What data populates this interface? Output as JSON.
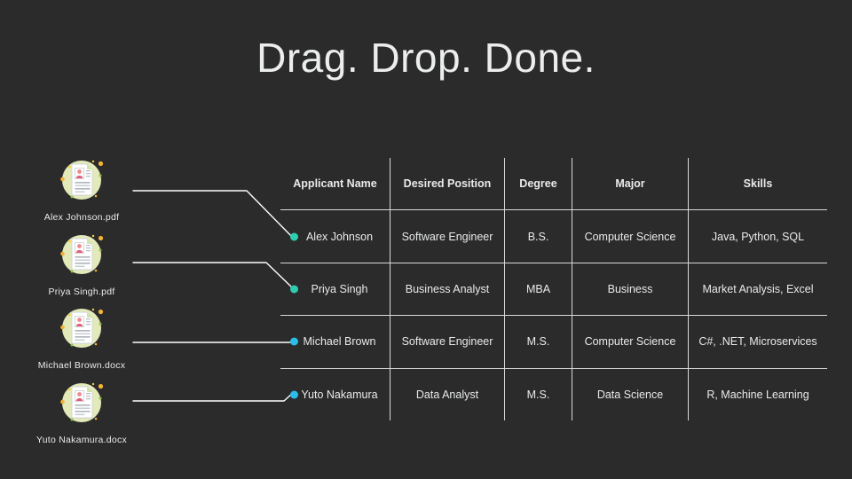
{
  "slide": {
    "title": "Drag. Drop. Done.",
    "background_color": "#2b2b2b",
    "text_color": "#e9eaea",
    "border_color": "#d8d9d9",
    "connector_color": "#ffffff"
  },
  "files": [
    {
      "label": "Alex  Johnson.pdf",
      "icon": "resume-document-icon"
    },
    {
      "label": "Priya Singh.pdf",
      "icon": "resume-document-icon"
    },
    {
      "label": "Michael Brown.docx",
      "icon": "resume-document-icon"
    },
    {
      "label": "Yuto Nakamura.docx",
      "icon": "resume-document-icon"
    }
  ],
  "table": {
    "headers": [
      "Applicant Name",
      "Desired Position",
      "Degree",
      "Major",
      "Skills"
    ],
    "rows": [
      {
        "name": "Alex Johnson",
        "position": "Software Engineer",
        "degree": "B.S.",
        "major": "Computer Science",
        "skills": "Java, Python, SQL",
        "dot_color": "#2ecdb0"
      },
      {
        "name": "Priya Singh",
        "position": "Business Analyst",
        "degree": "MBA",
        "major": "Business",
        "skills": "Market Analysis, Excel",
        "dot_color": "#2ecdb0"
      },
      {
        "name": "Michael Brown",
        "position": "Software Engineer",
        "degree": "M.S.",
        "major": "Computer Science",
        "skills": "C#, .NET, Microservices",
        "dot_color": "#29bde8"
      },
      {
        "name": "Yuto Nakamura",
        "position": "Data Analyst",
        "degree": "M.S.",
        "major": "Data Science",
        "skills": "R, Machine Learning",
        "dot_color": "#29bde8"
      }
    ]
  }
}
